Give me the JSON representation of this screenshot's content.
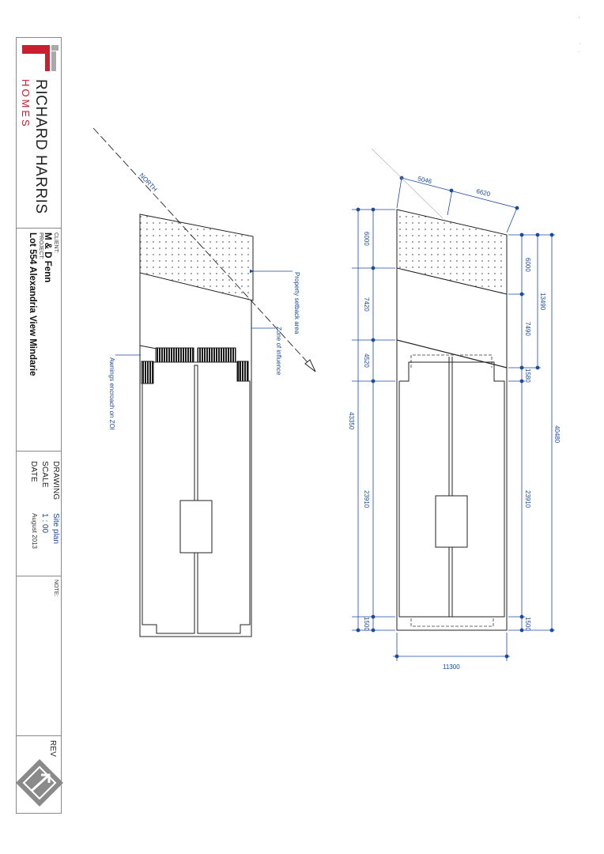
{
  "company": {
    "name": "RICHARD HARRIS",
    "tagline": "HOMES",
    "brand_color": "#c8202f",
    "logo_gray": "#9a9a9a"
  },
  "client": {
    "label": "CLIENT:",
    "value": "M & D Fenn"
  },
  "project": {
    "label": "PROJECT:",
    "value": "Lot 554 Alexandria View Mindarie"
  },
  "drawing": {
    "drawing_label": "DRAWING",
    "drawing_value": "Site plan",
    "scale_label": "SCALE",
    "scale_value": "1 : 00",
    "date_label": "DATE",
    "date_value": "August 2013"
  },
  "note_label": "NOTE:",
  "rev_label": "REV",
  "left_plan": {
    "north_label": "NORTH",
    "setback_note": "Property setback area",
    "zoi_note": "Zone of influence",
    "awning_note": "Awnings encroach on ZOI"
  },
  "right_plan": {
    "dims": {
      "top_a": "5046",
      "top_b": "6620",
      "left_1": "6000",
      "left_2": "7420",
      "left_3": "4520",
      "left_total": "43350",
      "left_4": "23910",
      "left_5": "1500",
      "right_1": "6000",
      "right_2": "7490",
      "right_3": "1580",
      "right_span": "13490",
      "right_total": "40480",
      "right_4": "23910",
      "right_5": "1500",
      "bottom": "11300"
    }
  },
  "colors": {
    "dimension": "#1a4aa0",
    "line": "#222222"
  }
}
